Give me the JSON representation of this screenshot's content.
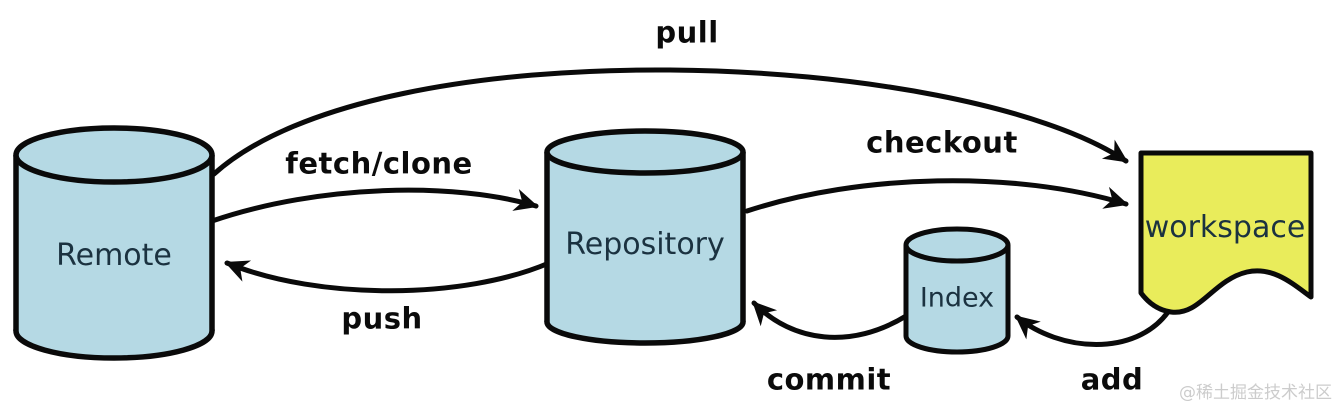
{
  "diagram": {
    "type": "flow-diagram",
    "topic": "git data transport commands",
    "nodes": [
      {
        "id": "remote",
        "label": "Remote",
        "shape": "cylinder",
        "fill": "#b5d9e4"
      },
      {
        "id": "repository",
        "label": "Repository",
        "shape": "cylinder",
        "fill": "#b5d9e4"
      },
      {
        "id": "index",
        "label": "Index",
        "shape": "cylinder",
        "fill": "#b5d9e4"
      },
      {
        "id": "workspace",
        "label": "workspace",
        "shape": "note",
        "fill": "#e9ec5b"
      }
    ],
    "edges": [
      {
        "id": "pull",
        "label": "pull",
        "from": "remote",
        "to": "workspace"
      },
      {
        "id": "fetch-clone",
        "label": "fetch/clone",
        "from": "remote",
        "to": "repository"
      },
      {
        "id": "checkout",
        "label": "checkout",
        "from": "repository",
        "to": "workspace"
      },
      {
        "id": "push",
        "label": "push",
        "from": "repository",
        "to": "remote"
      },
      {
        "id": "commit",
        "label": "commit",
        "from": "index",
        "to": "repository"
      },
      {
        "id": "add",
        "label": "add",
        "from": "workspace",
        "to": "index"
      }
    ],
    "colors": {
      "cylinder_fill": "#b5d9e4",
      "note_fill": "#e9ec5b",
      "stroke": "#0a0a0a",
      "node_label": "#1b3240",
      "edge_label": "#0b0b0b",
      "watermark": "#cccccc",
      "background": "#ffffff"
    },
    "watermark": "@稀土掘金技术社区"
  }
}
